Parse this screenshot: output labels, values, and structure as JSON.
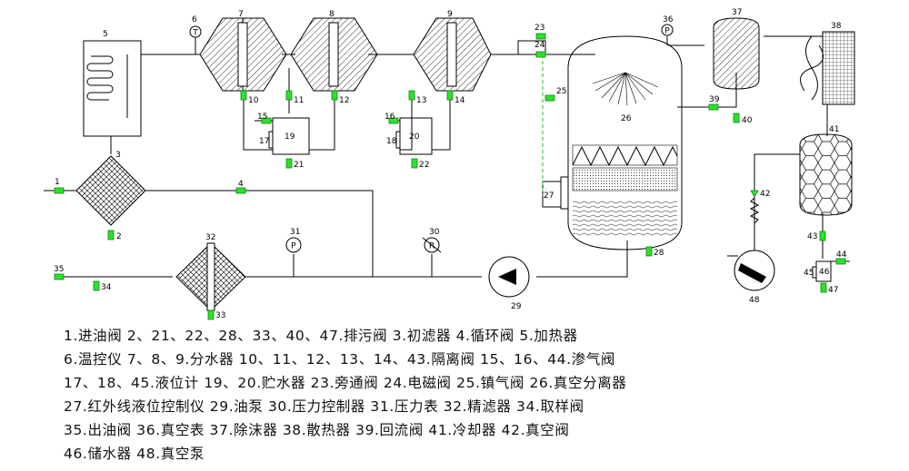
{
  "labels": {
    "n1": "1",
    "n2": "2",
    "n3": "3",
    "n4": "4",
    "n5": "5",
    "n6": "6",
    "n7": "7",
    "n8": "8",
    "n9": "9",
    "n10": "10",
    "n11": "11",
    "n12": "12",
    "n13": "13",
    "n14": "14",
    "n15": "15",
    "n16": "16",
    "n17": "17",
    "n18": "18",
    "n19": "19",
    "n20": "20",
    "n21": "21",
    "n22": "22",
    "n23": "23",
    "n24": "24",
    "n25": "25",
    "n26": "26",
    "n27": "27",
    "n28": "28",
    "n29": "29",
    "n30": "30",
    "n31": "31",
    "n32": "32",
    "n33": "33",
    "n34": "34",
    "n35": "35",
    "n36": "36",
    "n37": "37",
    "n38": "38",
    "n39": "39",
    "n40": "40",
    "n41": "41",
    "n42": "42",
    "n43": "43",
    "n44": "44",
    "n45": "45",
    "n46": "46",
    "n47": "47",
    "n48": "48"
  },
  "symbols": {
    "thermo": "T",
    "pressure": "P",
    "regulator": "R"
  },
  "legend": [
    "1.进油阀   2、21、22、28、33、40、47.排污阀   3.初滤器  4.循环阀   5.加热器",
    "6.温控仪  7、8、9.分水器   10、11、12、13、14、43.隔离阀  15、16、44.渗气阀",
    "17、18、45.液位计 19、20.贮水器 23.旁通阀 24.电磁阀 25.镇气阀 26.真空分离器",
    "27.红外线液位控制仪 29.油泵 30.压力控制器  31.压力表  32.精滤器  34.取样阀",
    "35.出油阀  36.真空表  37.除沫器  38.散热器  39.回流阀  41.冷却器  42.真空阀",
    "46.储水器 48.真空泵"
  ],
  "colors": {
    "line": "#000000",
    "valve": "#2ee02e",
    "valve_line": "#1fbf1f"
  }
}
